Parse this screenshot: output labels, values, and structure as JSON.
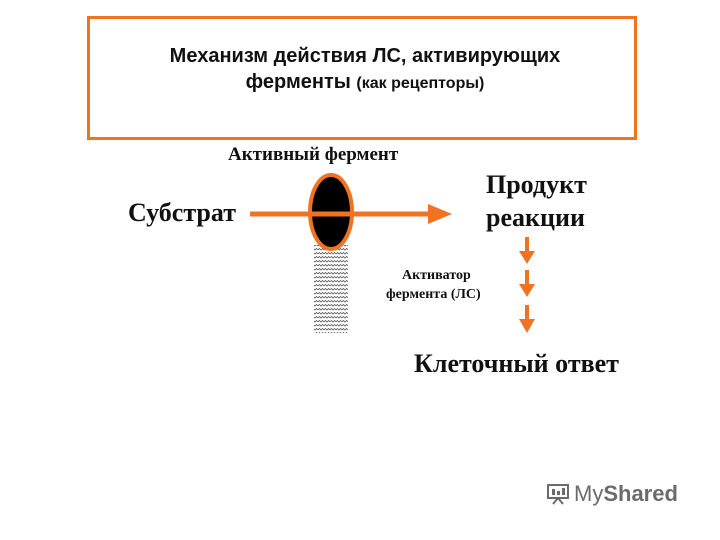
{
  "title": {
    "line1": "Механизм действия ЛС, активирующих",
    "line2_main": "ферменты",
    "line2_sub": "(как рецепторы)"
  },
  "labels": {
    "active_enzyme": "Активный фермент",
    "substrate": "Субстрат",
    "product_line1": "Продукт",
    "product_line2": "реакции",
    "activator_line1": "Активатор",
    "activator_line2": "фермента (ЛС)",
    "cell_response": "Клеточный ответ"
  },
  "watermark": {
    "my": "My",
    "shared": "Shared"
  },
  "colors": {
    "accent": "#f07322",
    "dark": "#111111"
  }
}
